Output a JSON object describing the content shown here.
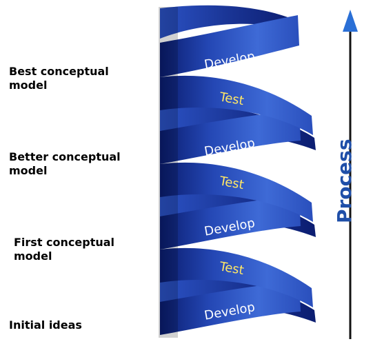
{
  "stages": [
    {
      "line1": "Best conceptual",
      "line2": "model"
    },
    {
      "line1": "Better conceptual",
      "line2": "model"
    },
    {
      "line1": "First conceptual",
      "line2": "model"
    },
    {
      "line1": "Initial ideas",
      "line2": ""
    }
  ],
  "spiral": {
    "band_labels": [
      "Develop",
      "Test",
      "Develop",
      "Test",
      "Develop",
      "Test",
      "Develop"
    ]
  },
  "axis": {
    "label": "Process",
    "icon": "up-arrow-icon"
  },
  "colors": {
    "band_light": "#3e6ad6",
    "band_dark": "#0a1c6e",
    "develop_text": "#ffffff",
    "test_text": "#ffe766",
    "axis": "#1f4fa8"
  }
}
